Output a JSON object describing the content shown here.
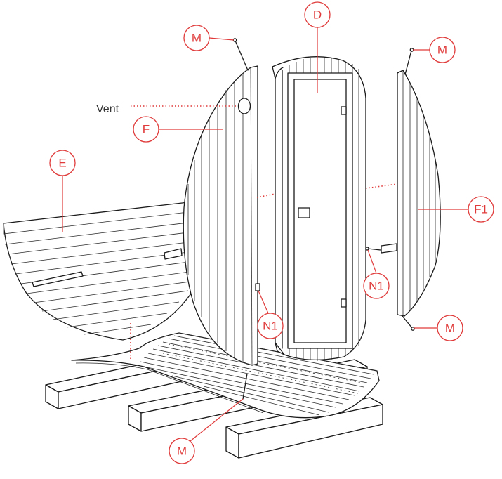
{
  "colors": {
    "callout": "#e03a3a",
    "line": "#1a1a1a",
    "label": "#333333"
  },
  "callouts": {
    "d": "D",
    "e": "E",
    "f": "F",
    "f1": "F1",
    "m_top_left": "M",
    "m_top_right": "M",
    "m_bottom_right": "M",
    "m_bottom": "M",
    "n1_left": "N1",
    "n1_right": "N1"
  },
  "labels": {
    "vent": "Vent"
  }
}
